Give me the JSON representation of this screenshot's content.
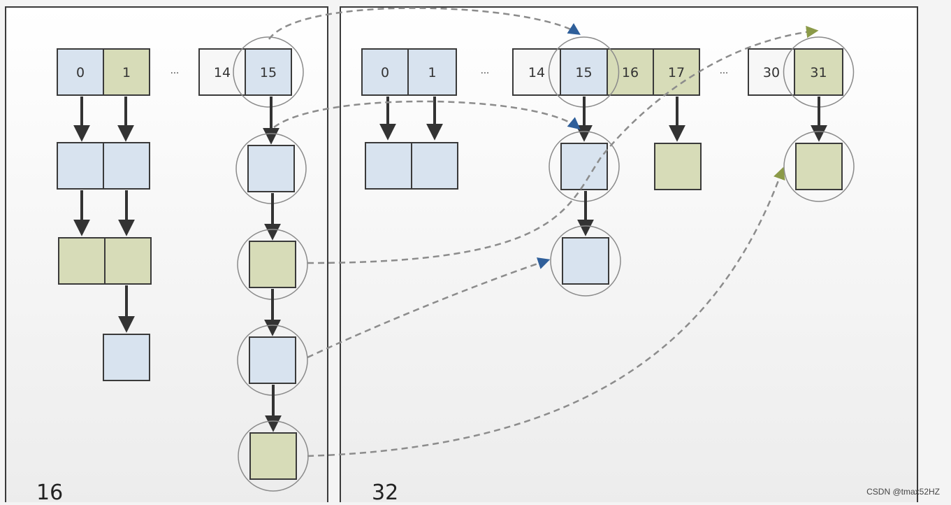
{
  "panels": [
    {
      "label": "16"
    },
    {
      "label": "32"
    }
  ],
  "colors": {
    "panel_bg": "#f4f4f4",
    "panel_border": "#3a3a3a",
    "cell_blue": "#d8e3ef",
    "cell_green": "#d7dcb8",
    "cell_white": "#f7f7f7",
    "cell_border": "#3a3a3a",
    "arrow": "#333333",
    "circle": "#8a8a8a",
    "dash_gray": "#8c8c8c",
    "dash_blue_head": "#2f5f9a",
    "dash_green_head": "#8b9a48"
  },
  "old_table": {
    "cells": [
      {
        "text": "0",
        "fill": "blue"
      },
      {
        "text": "1",
        "fill": "green"
      },
      {
        "text": "...",
        "fill": "none"
      },
      {
        "text": "14",
        "fill": "white"
      },
      {
        "text": "15",
        "fill": "blue"
      }
    ]
  },
  "new_table": {
    "cells": [
      {
        "text": "0",
        "fill": "blue"
      },
      {
        "text": "1",
        "fill": "blue"
      },
      {
        "text": "...",
        "fill": "none"
      },
      {
        "text": "14",
        "fill": "white"
      },
      {
        "text": "15",
        "fill": "blue"
      },
      {
        "text": "16",
        "fill": "green"
      },
      {
        "text": "17",
        "fill": "green"
      },
      {
        "text": "...",
        "fill": "none"
      },
      {
        "text": "30",
        "fill": "white"
      },
      {
        "text": "31",
        "fill": "green"
      }
    ]
  },
  "watermark": "CSDN @tmax52HZ"
}
